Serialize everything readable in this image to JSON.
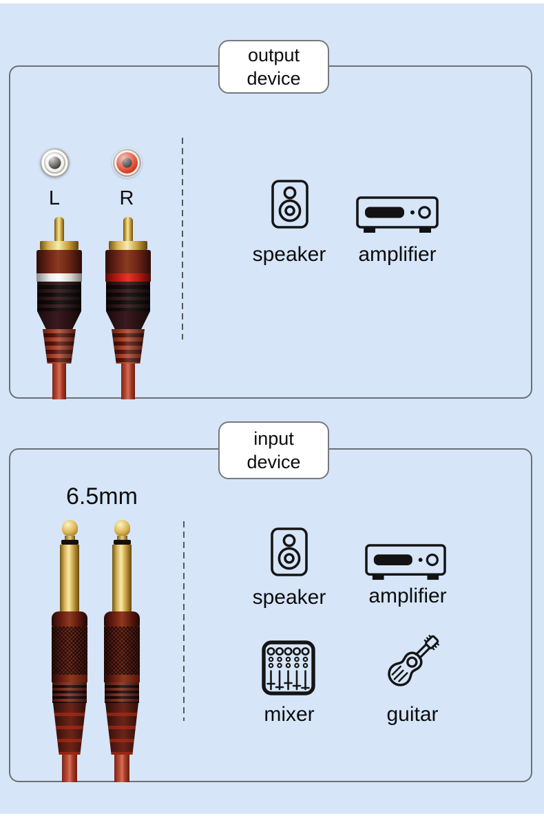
{
  "output_section": {
    "title_line1": "output",
    "title_line2": "device",
    "left_channel_label": "L",
    "right_channel_label": "R",
    "devices": [
      {
        "icon": "speaker-icon",
        "label": "speaker"
      },
      {
        "icon": "amplifier-icon",
        "label": "amplifier"
      }
    ]
  },
  "input_section": {
    "title_line1": "input",
    "title_line2": "device",
    "plug_size_label": "6.5mm",
    "devices": [
      {
        "icon": "speaker-icon",
        "label": "speaker"
      },
      {
        "icon": "amplifier-icon",
        "label": "amplifier"
      },
      {
        "icon": "mixer-icon",
        "label": "mixer"
      },
      {
        "icon": "guitar-icon",
        "label": "guitar"
      }
    ]
  },
  "colors": {
    "background": "#d6e5f8",
    "panel_border": "#6b7076",
    "badge_background": "#ffffff",
    "text": "#0c0c0c",
    "icon_stroke": "#151515",
    "rca_left_band": "#ececea",
    "rca_right_band": "#c41d14",
    "rca_right_ring": "#da3a20",
    "gold_connector": "#d9b45a",
    "cable_red": "#bf4c36"
  }
}
